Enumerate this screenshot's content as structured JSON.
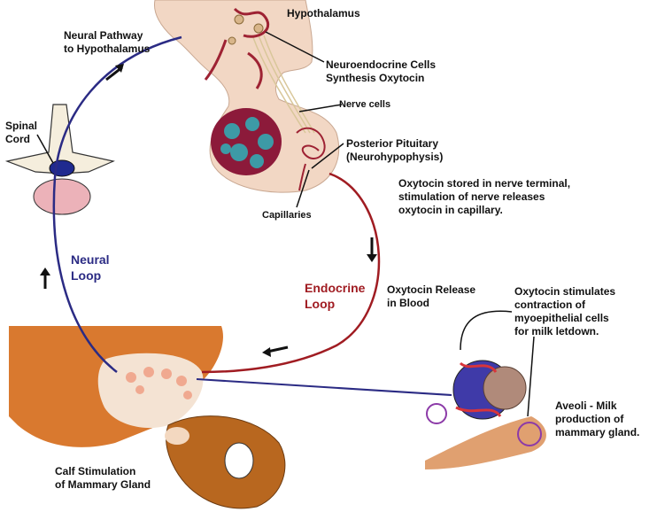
{
  "labels": {
    "hypothalamus": "Hypothalamus",
    "neural_pathway_line1": "Neural Pathway",
    "neural_pathway_line2": "to Hypothalamus",
    "neuroendocrine_line1": "Neuroendocrine Cells",
    "neuroendocrine_line2": "Synthesis Oxytocin",
    "nerve_cells": "Nerve cells",
    "spinal_line1": "Spinal",
    "spinal_line2": "Cord",
    "posterior_line1": "Posterior Pituitary",
    "posterior_line2": "(Neurohypophysis)",
    "oxytocin_stored_line1": "Oxytocin stored in nerve terminal,",
    "oxytocin_stored_line2": "stimulation of nerve releases",
    "oxytocin_stored_line3": "oxytocin in capillary.",
    "capillaries": "Capillaries",
    "neural_loop_line1": "Neural",
    "neural_loop_line2": "Loop",
    "endocrine_loop_line1": "Endocrine",
    "endocrine_loop_line2": "Loop",
    "oxytocin_release_line1": "Oxytocin Release",
    "oxytocin_release_line2": "in Blood",
    "stimulates_line1": "Oxytocin stimulates",
    "stimulates_line2": "contraction of",
    "stimulates_line3": "myoepithelial cells",
    "stimulates_line4": "for milk letdown.",
    "alveoli_line1": "Aveoli - Milk",
    "alveoli_line2": "production of",
    "alveoli_line3": "mammary gland.",
    "calf_line1": "Calf Stimulation",
    "calf_line2": "of Mammary Gland"
  },
  "colors": {
    "neural": "#2b2b84",
    "endocrine": "#a01c22",
    "tissue": "#f2d7c4",
    "vessel": "#9e2233",
    "cow": "#d9792f"
  }
}
